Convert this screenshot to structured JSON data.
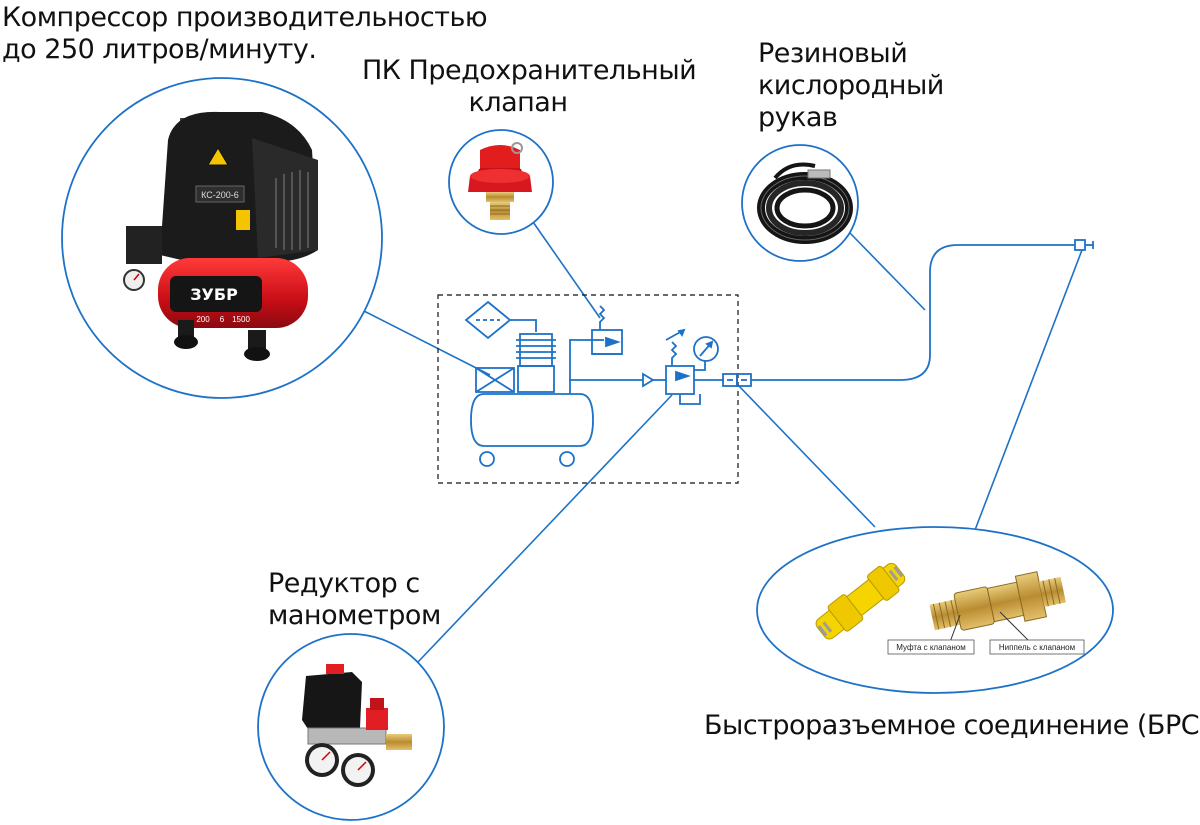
{
  "labels": {
    "compressor": [
      "Компрессор производительностью",
      "до 250 литров/минуту."
    ],
    "safety_valve": [
      "ПК Предохранительный",
      "клапан"
    ],
    "hose": [
      "Резиновый",
      "кислородный",
      "рукав"
    ],
    "reducer": [
      "Редуктор с",
      "манометром"
    ],
    "quick_connector": "Быстроразъемное соединение (БРС)"
  },
  "product_images": {
    "compressor_brand": "ЗУБР",
    "compressor_model": "КС-200-6",
    "compressor_spec_1": "200",
    "compressor_spec_2": "6",
    "compressor_spec_3": "1500",
    "connector_female_label": "Муфта с клапаном",
    "connector_male_label": "Ниппель с клапаном"
  },
  "colors": {
    "callout_line": "#1d72c8",
    "schematic_line": "#1d72c8",
    "dashed_box": "#111111",
    "compressor_red": "#d0141d",
    "connector_yellow": "#f5d400",
    "brass": "#c9a24a"
  }
}
